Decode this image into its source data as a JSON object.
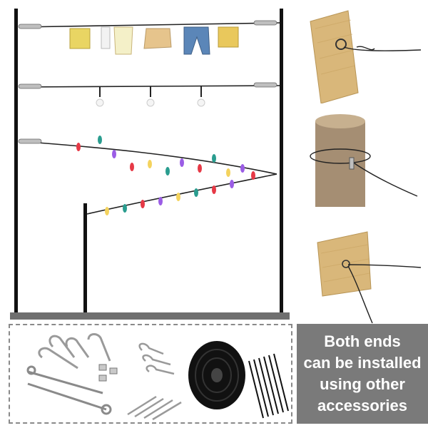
{
  "caption": {
    "lines": [
      "Both ends",
      "can be installed",
      "using other",
      "accessories"
    ]
  },
  "icons": {
    "clothes": "clothes-icon",
    "bulb": "light-bulb-icon",
    "holiday_lights": "holiday-lights-icon",
    "wood_board": "wood-board-icon",
    "wood_post": "wood-post-icon",
    "hooks": "hook-icon",
    "turnbuckle": "turnbuckle-icon",
    "wire_spool": "wire-spool-icon",
    "cable_ties": "cable-tie-icon"
  },
  "colors": {
    "caption_bg": "#7a7a7a",
    "caption_text": "#ffffff",
    "wire": "#1a1a1a",
    "wood": "#d9b77a",
    "post": "#a58e73"
  }
}
